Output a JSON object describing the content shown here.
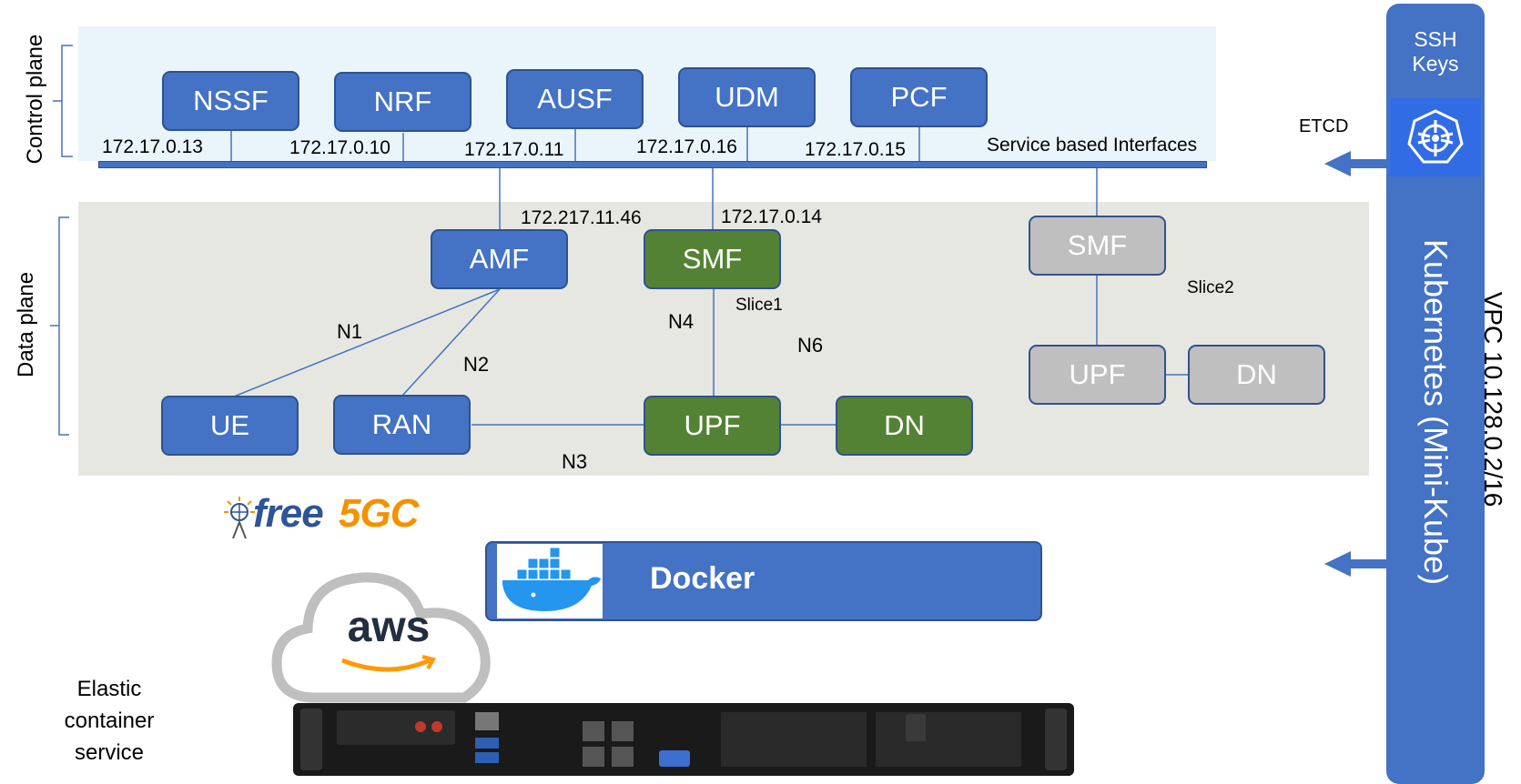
{
  "control_plane_label": "Control plane",
  "data_plane_label": "Data plane",
  "sbi_label": "Service based Interfaces",
  "control_plane_nodes": [
    {
      "name": "NSSF",
      "ip": "172.17.0.13"
    },
    {
      "name": "NRF",
      "ip": "172.17.0.10"
    },
    {
      "name": "AUSF",
      "ip": "172.17.0.11"
    },
    {
      "name": "UDM",
      "ip": "172.17.0.16"
    },
    {
      "name": "PCF",
      "ip": "172.17.0.15"
    }
  ],
  "slice1": {
    "label": "Slice1",
    "amf": {
      "name": "AMF",
      "ip": "172.217.11.46"
    },
    "smf": {
      "name": "SMF",
      "ip": "172.17.0.14"
    },
    "ue": {
      "name": "UE"
    },
    "ran": {
      "name": "RAN"
    },
    "upf": {
      "name": "UPF"
    },
    "dn": {
      "name": "DN"
    }
  },
  "slice2": {
    "label": "Slice2",
    "smf": {
      "name": "SMF"
    },
    "upf": {
      "name": "UPF"
    },
    "dn": {
      "name": "DN"
    }
  },
  "interfaces": {
    "n1": "N1",
    "n2": "N2",
    "n3": "N3",
    "n4": "N4",
    "n6": "N6"
  },
  "free5gc_logo": {
    "prefix": "free",
    "suffix": "5GC"
  },
  "docker_label": "Docker",
  "aws_logo_text": "aws",
  "elastic_label": [
    "Elastic",
    "container",
    "service"
  ],
  "kubernetes": {
    "ssh_keys": "SSH Keys",
    "etcd": "ETCD",
    "label": "Kubernetes (Mini-Kube)",
    "icon": "kubernetes-wheel-icon"
  },
  "vpc_label": "VPC  10.128.0.2/16",
  "colors": {
    "blue": "#4472c4",
    "green": "#548235",
    "gray": "#bfbfbf",
    "control_band": "#e9f5fb",
    "data_band": "#e7e7e2"
  }
}
